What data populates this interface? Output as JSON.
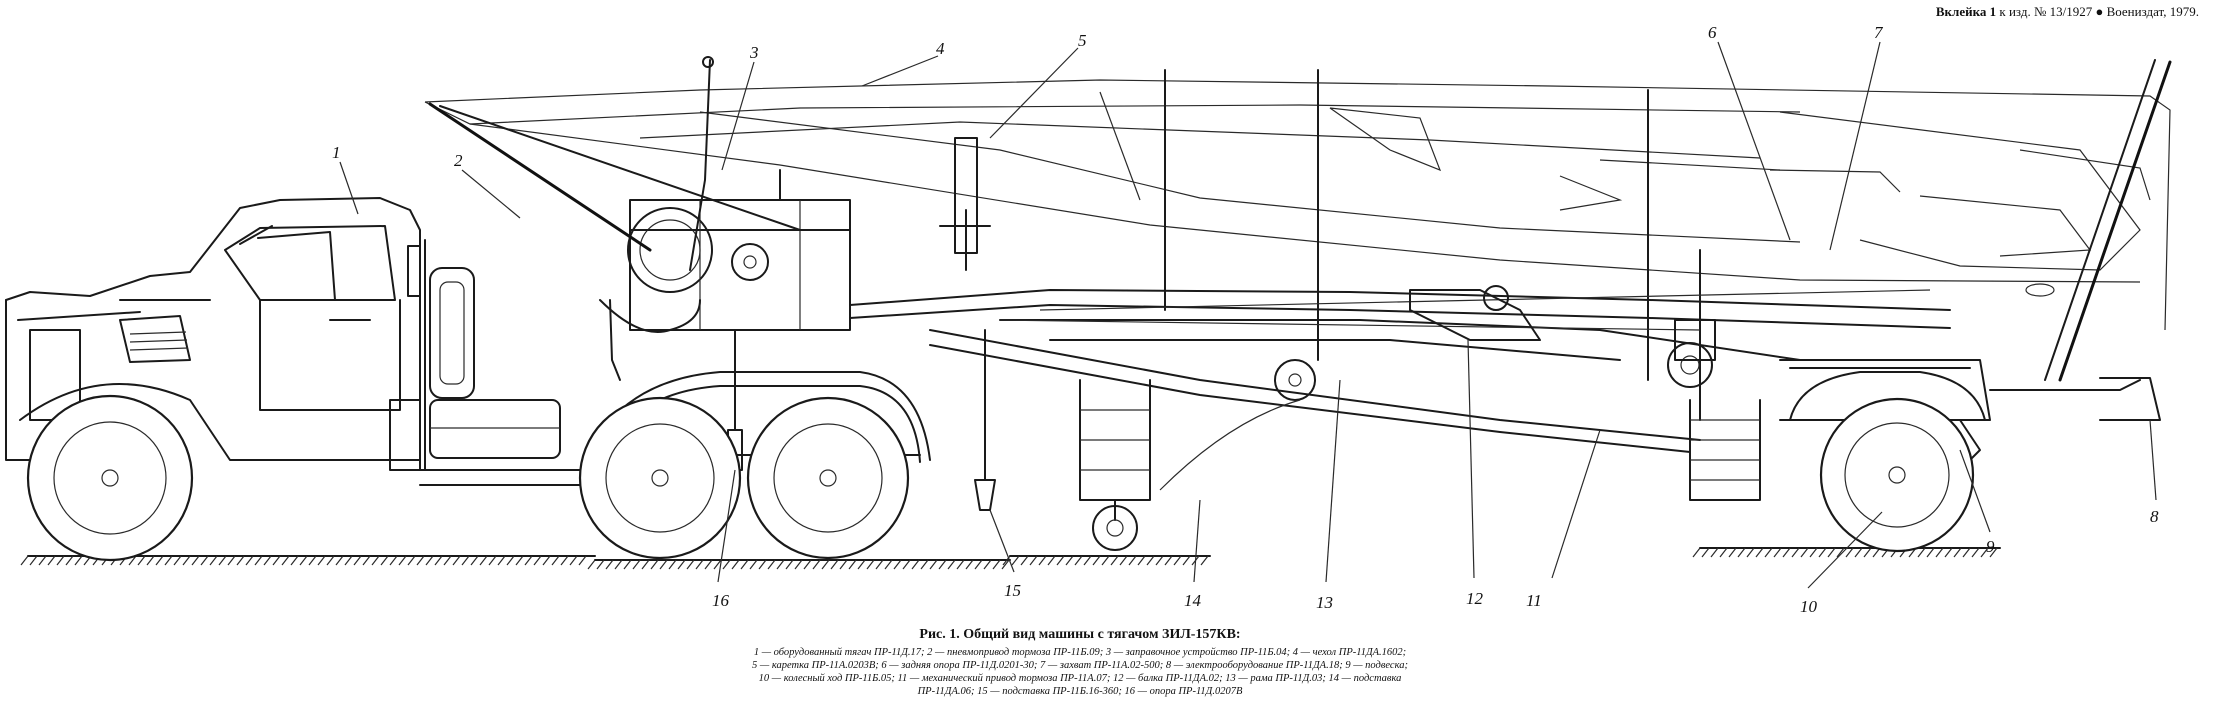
{
  "header": {
    "insert_bold": "Вклейка 1",
    "publication": "к изд. № 13/1927",
    "publisher": "Воениздат, 1979."
  },
  "labels": [
    "1",
    "2",
    "3",
    "4",
    "5",
    "6",
    "7",
    "8",
    "9",
    "10",
    "11",
    "12",
    "13",
    "14",
    "15",
    "16"
  ],
  "caption": {
    "title": "Рис. 1. Общий вид машины с тягачом ЗИЛ-157КВ:",
    "lines": [
      "1 — оборудованный тягач ПР-11Д.17; 2 — пневмопривод тормоза ПР-11Б.09; 3 — заправочное устройство ПР-11Б.04; 4 — чехол ПР-11ДА.1602;",
      "5 — каретка ПР-11А.0203В; 6 — задняя опора ПР-11Д.0201-30; 7 — захват ПР-11А.02-500; 8 — электрооборудование ПР-11ДА.18; 9 — подвеска;",
      "10 — колесный ход ПР-11Б.05; 11 — механический привод тормоза ПР-11А.07; 12 — балка ПР-11ДА.02; 13 — рама ПР-11Д.03; 14 — подставка",
      "ПР-11ДА.06; 15 — подставка ПР-11Б.16-360; 16 — опора ПР-11Д.0207В"
    ]
  }
}
